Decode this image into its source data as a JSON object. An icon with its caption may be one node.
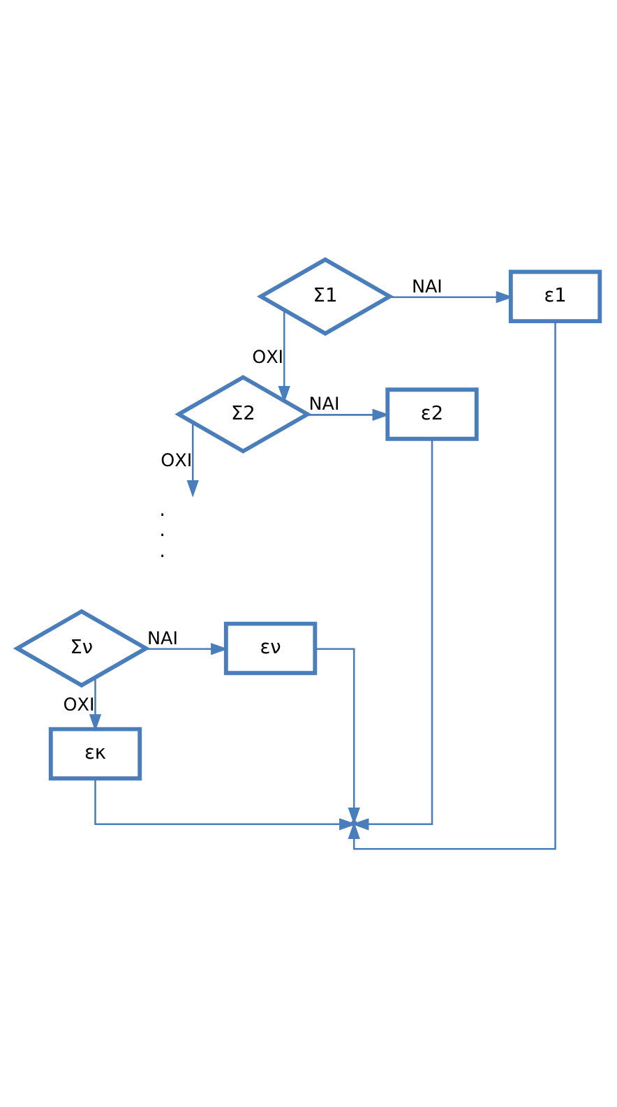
{
  "diagram": {
    "nodes": [
      {
        "text": [
          "Σ1"
        ]
      },
      {
        "text": [
          "ε1"
        ]
      },
      {
        "text": [
          "Σ2"
        ]
      },
      {
        "text": [
          "ε2"
        ]
      },
      {
        "text": [
          ". . ."
        ]
      },
      {
        "text": [
          "Σν"
        ]
      },
      {
        "text": [
          "εν"
        ]
      },
      {
        "text": [
          "εκ"
        ]
      }
    ],
    "edges": [
      {
        "from": 0,
        "to": 1,
        "arrow": "to",
        "label": "ΝΑΙ"
      },
      {
        "from": 0,
        "to": 2,
        "arrow": "to",
        "label": "ΟΧΙ"
      },
      {
        "from": 2,
        "to": 3,
        "arrow": "to",
        "label": "ΝΑΙ"
      },
      {
        "from": 2,
        "to": 4,
        "arrow": "to",
        "label": "ΟΧΙ"
      },
      {
        "from": 5,
        "to": 6,
        "arrow": "to",
        "label": "ΝΑΙ"
      },
      {
        "from": 5,
        "to": 7,
        "arrow": "to",
        "label": "ΟΧΙ"
      },
      {
        "from": 1,
        "to": null,
        "arrow": "to"
      },
      {
        "from": 3,
        "to": null,
        "arrow": "to"
      },
      {
        "from": 6,
        "to": null,
        "arrow": "to"
      },
      {
        "from": 7,
        "to": null,
        "arrow": "to"
      }
    ]
  }
}
